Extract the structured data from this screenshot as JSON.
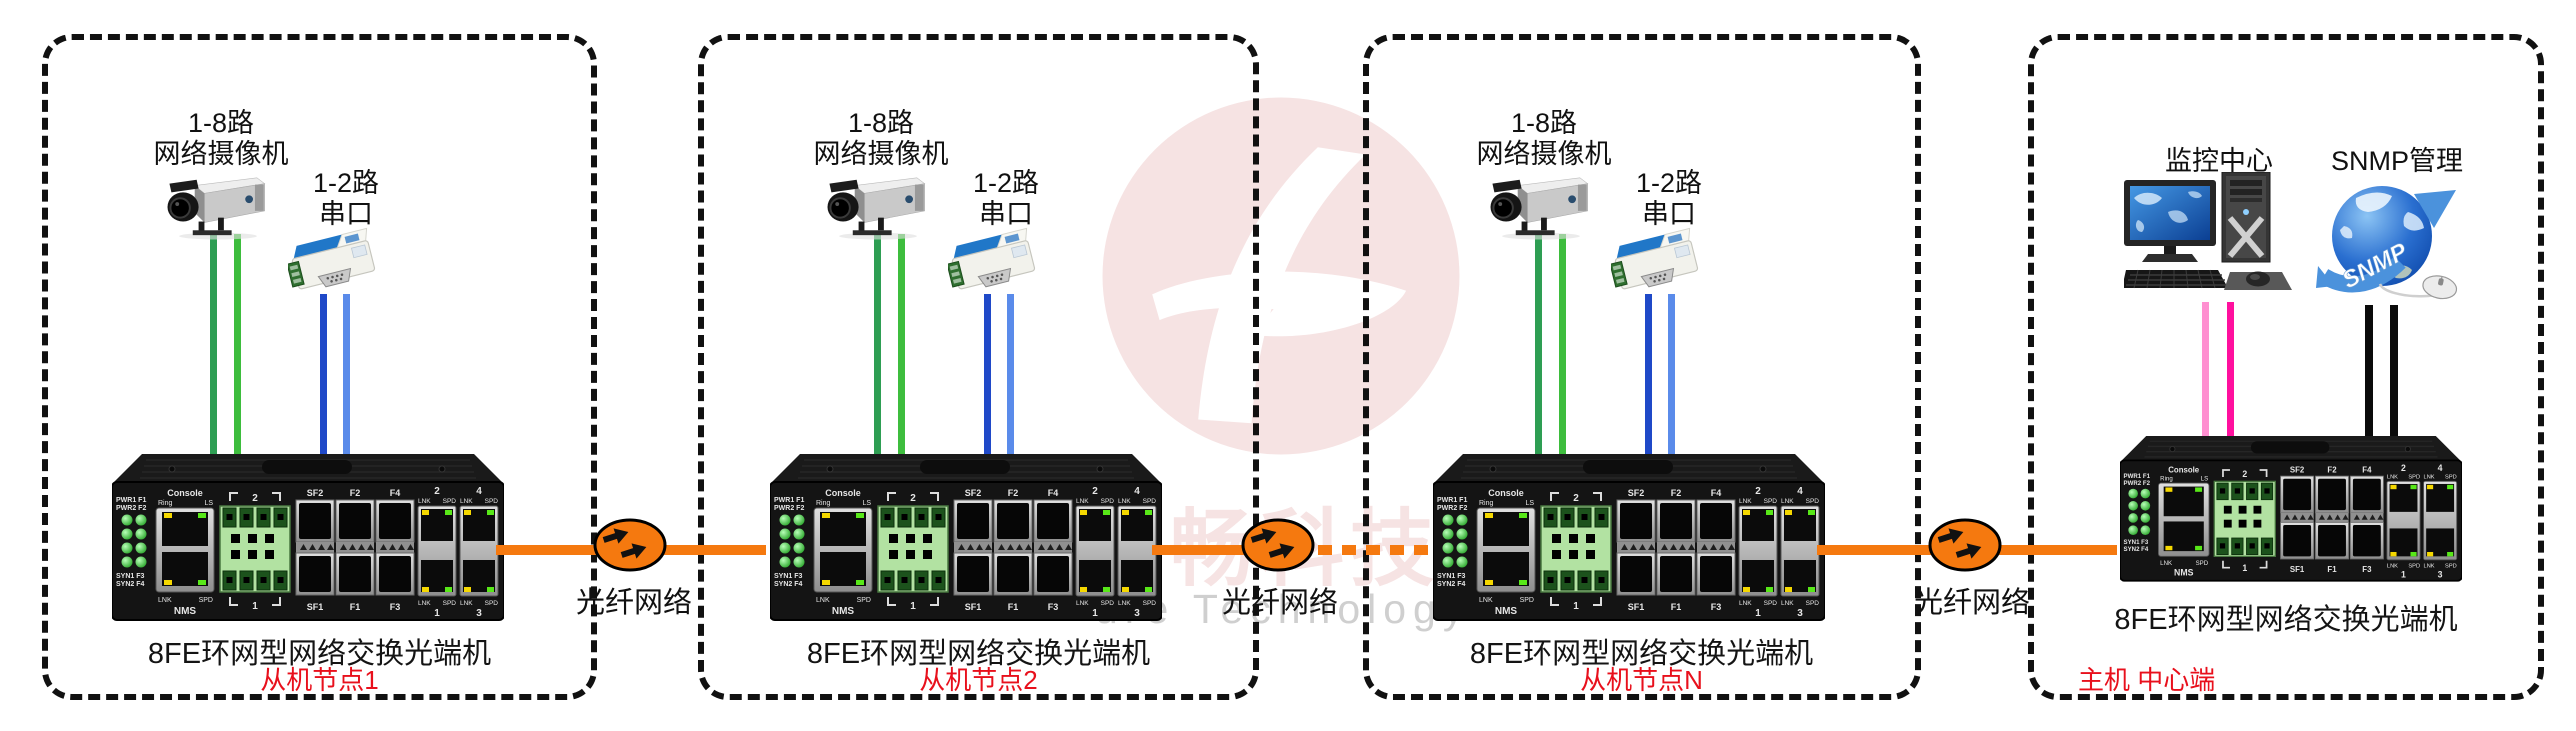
{
  "watermark": {
    "text_cn": "畅科技",
    "text_en": "ure Technology"
  },
  "colors": {
    "orange": "#F5790F",
    "red": "#E8101C",
    "green_cable_dark": "#2E9E53",
    "green_cable_light": "#3DBD3D",
    "blue_cable_dark": "#1F49C8",
    "blue_cable_light": "#5A8BEA",
    "pink_cable_light": "#FF8FD0",
    "pink_cable_dark": "#FF0F9E",
    "black_cable": "#0A0A0A",
    "watermark_pink": "#F6E3E3",
    "watermark_gray": "#CFCFCF"
  },
  "fiber_links": [
    {
      "label": "光纤网络",
      "style": "solid"
    },
    {
      "label": "光纤网络",
      "style": "solid-then-dotted"
    },
    {
      "label": "光纤网络",
      "style": "solid"
    }
  ],
  "nodes": [
    {
      "camera_label_top": "1-8路",
      "camera_label_bottom": "网络摄像机",
      "serial_label_top": "1-2路",
      "serial_label_bottom": "串口",
      "switch_title": "8FE环网型网络交换光端机",
      "node_label": "从机节点1"
    },
    {
      "camera_label_top": "1-8路",
      "camera_label_bottom": "网络摄像机",
      "serial_label_top": "1-2路",
      "serial_label_bottom": "串口",
      "switch_title": "8FE环网型网络交换光端机",
      "node_label": "从机节点2"
    },
    {
      "camera_label_top": "1-8路",
      "camera_label_bottom": "网络摄像机",
      "serial_label_top": "1-2路",
      "serial_label_bottom": "串口",
      "switch_title": "8FE环网型网络交换光端机",
      "node_label": "从机节点N"
    },
    {
      "monitor_label": "监控中心",
      "snmp_label": "SNMP管理",
      "snmp_globe_text": "SNMP",
      "switch_title": "8FE环网型网络交换光端机",
      "node_label": "主机 中心端"
    }
  ],
  "switch": {
    "console": "Console",
    "ring": "Ring",
    "ls": "LS",
    "nms": "NMS",
    "lnk": "LNK",
    "spd": "SPD",
    "pwr1": "PWR1 F1",
    "pwr2": "PWR2 F2",
    "syn1": "SYN1 F3",
    "syn2": "SYN2 F4",
    "tb_top": "2",
    "tb_bottom": "1",
    "sfp_top": [
      "SF2",
      "F2",
      "F4"
    ],
    "sfp_bottom": [
      "SF1",
      "F1",
      "F3"
    ],
    "rj_top": [
      "2",
      "4"
    ],
    "rj_bottom": [
      "1",
      "3"
    ]
  }
}
